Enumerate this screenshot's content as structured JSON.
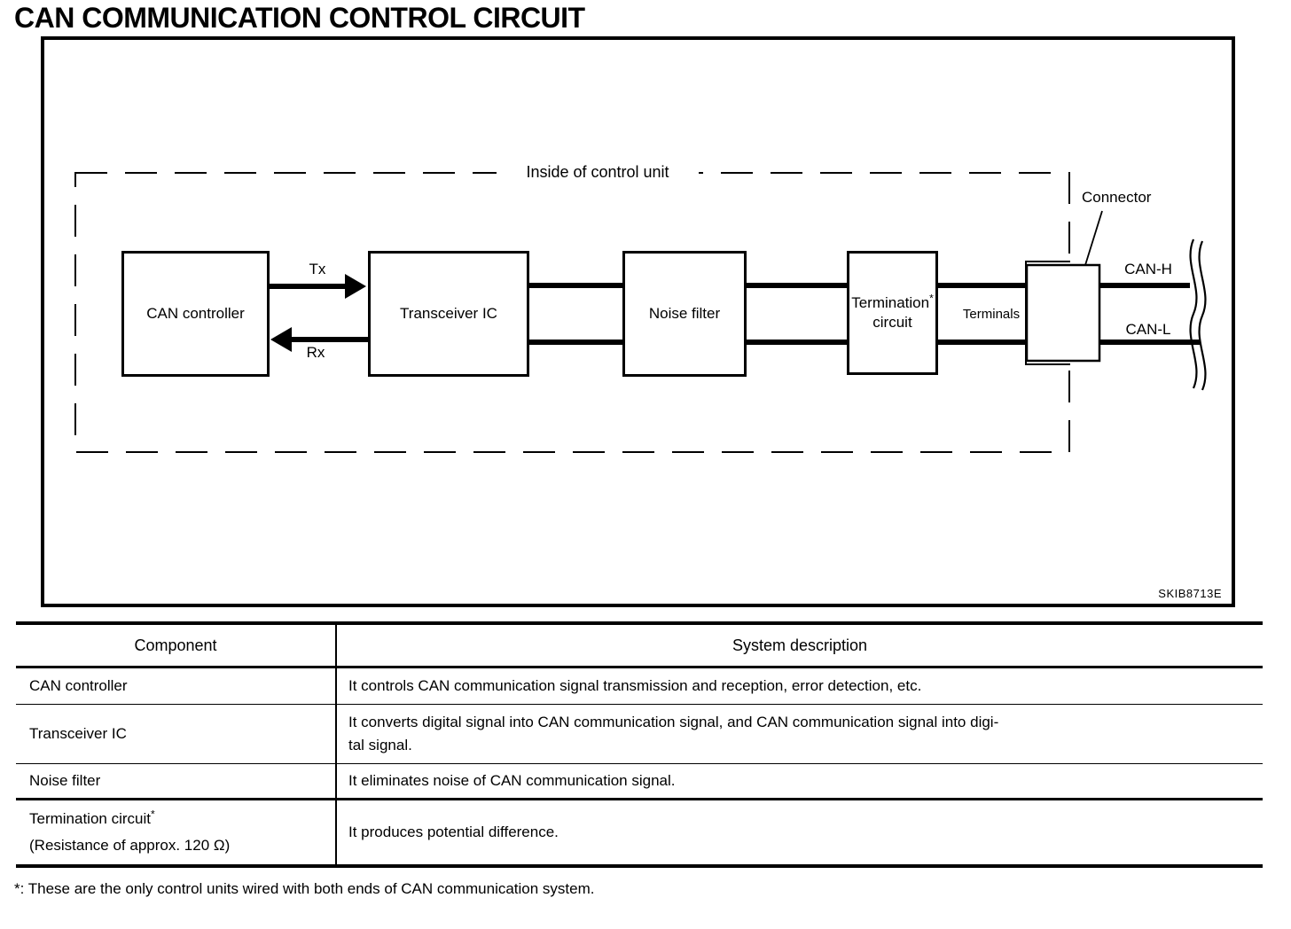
{
  "page": {
    "title": "CAN COMMUNICATION CONTROL CIRCUIT",
    "figure_code": "SKIB8713E",
    "footnote": "*: These are the only control units wired with both ends of CAN communication system."
  },
  "diagram": {
    "inside_label": "Inside of control unit",
    "connector_label": "Connector",
    "terminals_label": "Terminals",
    "tx_label": "Tx",
    "rx_label": "Rx",
    "can_h_label": "CAN-H",
    "can_l_label": "CAN-L",
    "boxes": {
      "can_controller": "CAN controller",
      "transceiver": "Transceiver IC",
      "noise_filter": "Noise filter",
      "termination_line1": "Termination",
      "termination_sup": "*",
      "termination_line2": "circuit"
    }
  },
  "table": {
    "headers": {
      "component": "Component",
      "description": "System description"
    },
    "rows": [
      {
        "component": "CAN controller",
        "description": "It controls CAN communication signal transmission and reception, error detection, etc."
      },
      {
        "component": "Transceiver IC",
        "description": "It converts digital signal into CAN communication signal, and CAN communication signal into digi-\ntal signal."
      },
      {
        "component": "Noise filter",
        "description": "It eliminates noise of CAN communication signal."
      },
      {
        "component": "Termination circuit",
        "component_sup": "*",
        "component_note": "(Resistance of approx. 120 Ω)",
        "description": "It produces potential difference."
      }
    ]
  },
  "colors": {
    "ink": "#000000",
    "background": "#ffffff"
  }
}
